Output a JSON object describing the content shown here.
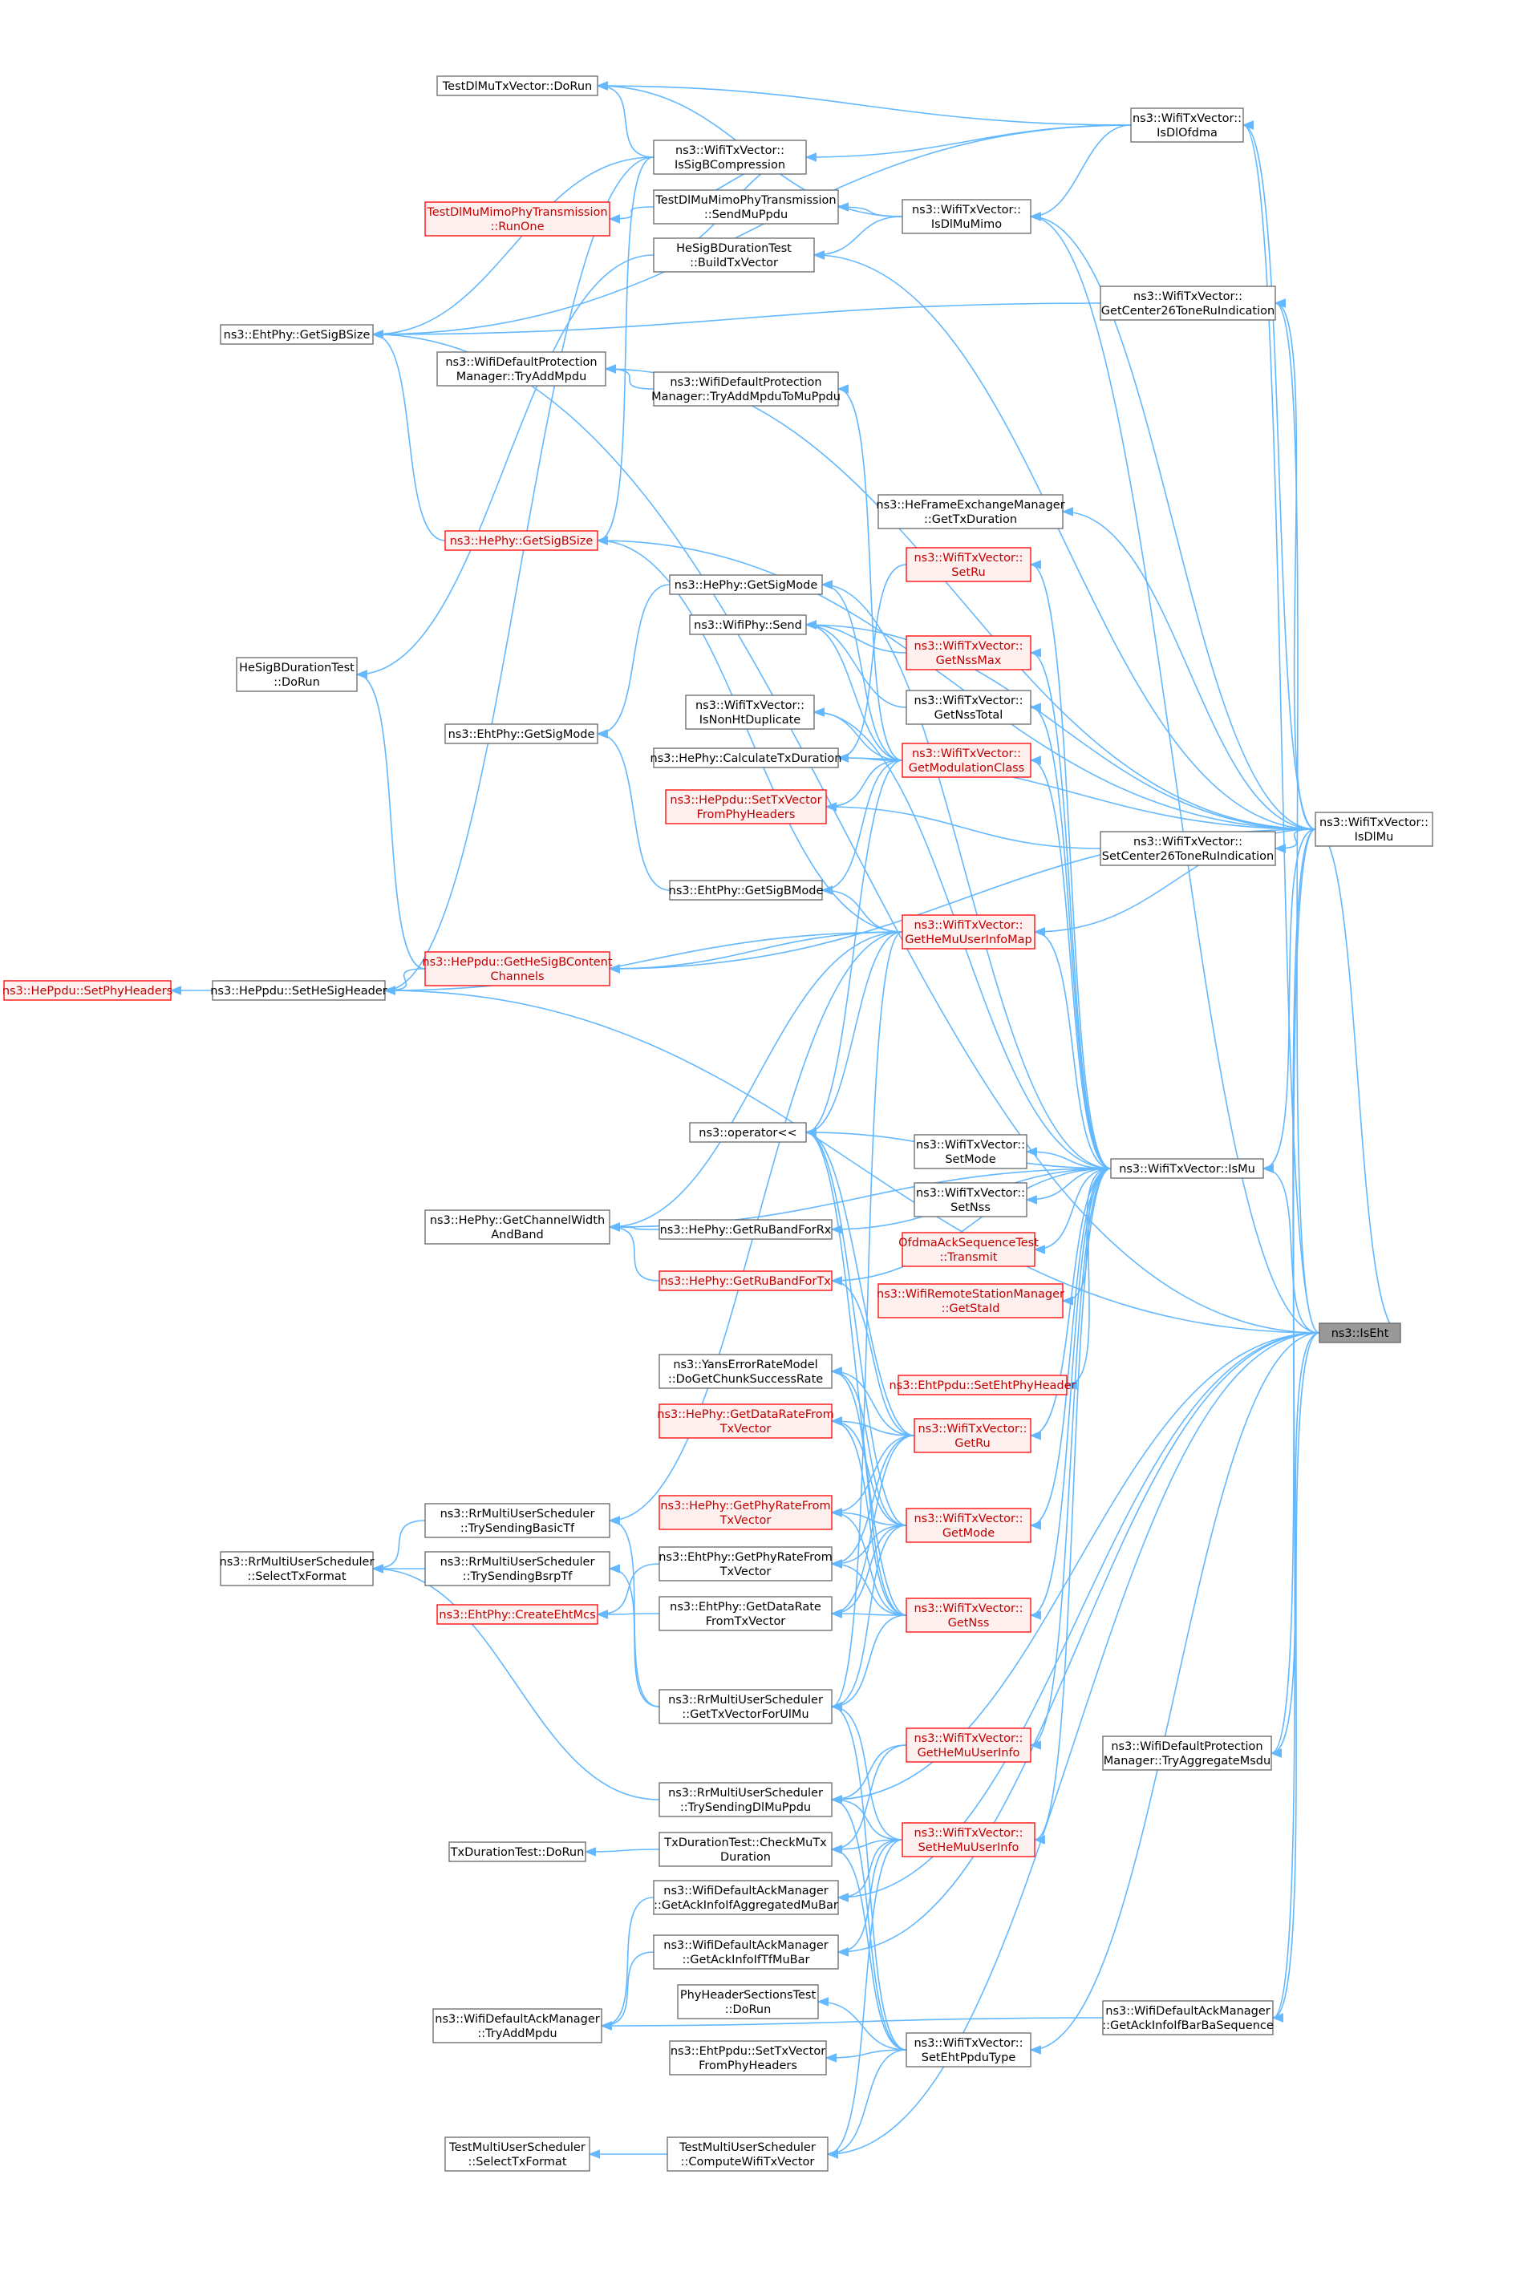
{
  "graph": {
    "direction": "callers-of",
    "root": "ns3::IsEht",
    "colors": {
      "edge": "#63b8ff",
      "node_border": "#666666",
      "incomplete_border": "#ff0000",
      "incomplete_fill": "#fff0f0",
      "root_fill": "#999999"
    },
    "nodes": [
      {
        "id": "iseht",
        "lines": [
          "ns3::IsEht"
        ],
        "style": "root"
      },
      {
        "id": "isdlofdma",
        "lines": [
          "ns3::WifiTxVector::",
          "IsDlOfdma"
        ],
        "style": "gray"
      },
      {
        "id": "isdlmu",
        "lines": [
          "ns3::WifiTxVector::",
          "IsDlMu"
        ],
        "style": "gray"
      },
      {
        "id": "ismu",
        "lines": [
          "ns3::WifiTxVector::IsMu"
        ],
        "style": "gray"
      },
      {
        "id": "getcenter26",
        "lines": [
          "ns3::WifiTxVector::",
          "GetCenter26ToneRuIndication"
        ],
        "style": "gray"
      },
      {
        "id": "setcenter26",
        "lines": [
          "ns3::WifiTxVector::",
          "SetCenter26ToneRuIndication"
        ],
        "style": "gray"
      },
      {
        "id": "tryaggmsdu",
        "lines": [
          "ns3::WifiDefaultProtection",
          "Manager::TryAggregateMsdu"
        ],
        "style": "gray"
      },
      {
        "id": "ackbarba",
        "lines": [
          "ns3::WifiDefaultAckManager",
          "::GetAckInfoIfBarBaSequence"
        ],
        "style": "gray"
      },
      {
        "id": "testdlmudorun",
        "lines": [
          "TestDlMuTxVector::DoRun"
        ],
        "style": "gray"
      },
      {
        "id": "issigbcomp",
        "lines": [
          "ns3::WifiTxVector::",
          "IsSigBCompression"
        ],
        "style": "gray"
      },
      {
        "id": "sendmuppdu",
        "lines": [
          "TestDlMuMimoPhyTransmission",
          "::SendMuPpdu"
        ],
        "style": "gray"
      },
      {
        "id": "isdlmumimo",
        "lines": [
          "ns3::WifiTxVector::",
          "IsDlMuMimo"
        ],
        "style": "gray"
      },
      {
        "id": "dlmumimorunone",
        "lines": [
          "TestDlMuMimoPhyTransmission",
          "::RunOne"
        ],
        "style": "red"
      },
      {
        "id": "buildtxvector",
        "lines": [
          "HeSigBDurationTest",
          "::BuildTxVector"
        ],
        "style": "gray"
      },
      {
        "id": "ehtgetsigbsize",
        "lines": [
          "ns3::EhtPhy::GetSigBSize"
        ],
        "style": "gray"
      },
      {
        "id": "protmgrtryadd",
        "lines": [
          "ns3::WifiDefaultProtection",
          "Manager::TryAddMpdu"
        ],
        "style": "gray"
      },
      {
        "id": "protmgrtrymu",
        "lines": [
          "ns3::WifiDefaultProtection",
          "Manager::TryAddMpduToMuPpdu"
        ],
        "style": "gray"
      },
      {
        "id": "hefemgettxdur",
        "lines": [
          "ns3::HeFrameExchangeManager",
          "::GetTxDuration"
        ],
        "style": "gray"
      },
      {
        "id": "hegetsigbsize",
        "lines": [
          "ns3::HePhy::GetSigBSize"
        ],
        "style": "red"
      },
      {
        "id": "setru",
        "lines": [
          "ns3::WifiTxVector::",
          "SetRu"
        ],
        "style": "red"
      },
      {
        "id": "hegetsigmode",
        "lines": [
          "ns3::HePhy::GetSigMode"
        ],
        "style": "gray"
      },
      {
        "id": "wifiphysend",
        "lines": [
          "ns3::WifiPhy::Send"
        ],
        "style": "gray"
      },
      {
        "id": "getnssmax",
        "lines": [
          "ns3::WifiTxVector::",
          "GetNssMax"
        ],
        "style": "red"
      },
      {
        "id": "sigbdurdorun",
        "lines": [
          "HeSigBDurationTest",
          "::DoRun"
        ],
        "style": "gray"
      },
      {
        "id": "isnonhtdup",
        "lines": [
          "ns3::WifiTxVector::",
          "IsNonHtDuplicate"
        ],
        "style": "gray"
      },
      {
        "id": "getnsstotal",
        "lines": [
          "ns3::WifiTxVector::",
          "GetNssTotal"
        ],
        "style": "gray"
      },
      {
        "id": "ehtgetsigmode",
        "lines": [
          "ns3::EhtPhy::GetSigMode"
        ],
        "style": "gray"
      },
      {
        "id": "getmodclass",
        "lines": [
          "ns3::WifiTxVector::",
          "GetModulationClass"
        ],
        "style": "red"
      },
      {
        "id": "hecalctxdur",
        "lines": [
          "ns3::HePhy::CalculateTxDuration"
        ],
        "style": "gray"
      },
      {
        "id": "heppdusettx",
        "lines": [
          "ns3::HePpdu::SetTxVector",
          "FromPhyHeaders"
        ],
        "style": "red"
      },
      {
        "id": "ehtgetsigbmode",
        "lines": [
          "ns3::EhtPhy::GetSigBMode"
        ],
        "style": "gray"
      },
      {
        "id": "gethemuinfomap",
        "lines": [
          "ns3::WifiTxVector::",
          "GetHeMuUserInfoMap"
        ],
        "style": "red"
      },
      {
        "id": "heppdusetphyhdr",
        "lines": [
          "ns3::HePpdu::SetPhyHeaders"
        ],
        "style": "red"
      },
      {
        "id": "heppdusethesig",
        "lines": [
          "ns3::HePpdu::SetHeSigHeader"
        ],
        "style": "gray"
      },
      {
        "id": "heppdugetsigbcc",
        "lines": [
          "ns3::HePpdu::GetHeSigBContent",
          "Channels"
        ],
        "style": "red"
      },
      {
        "id": "opout",
        "lines": [
          "ns3::operator<<"
        ],
        "style": "gray"
      },
      {
        "id": "setmode",
        "lines": [
          "ns3::WifiTxVector::",
          "SetMode"
        ],
        "style": "gray"
      },
      {
        "id": "setnss",
        "lines": [
          "ns3::WifiTxVector::",
          "SetNss"
        ],
        "style": "gray"
      },
      {
        "id": "hegetchwidth",
        "lines": [
          "ns3::HePhy::GetChannelWidth",
          "AndBand"
        ],
        "style": "gray"
      },
      {
        "id": "hegetrubandrx",
        "lines": [
          "ns3::HePhy::GetRuBandForRx"
        ],
        "style": "gray"
      },
      {
        "id": "ofdmaacktransmit",
        "lines": [
          "OfdmaAckSequenceTest",
          "::Transmit"
        ],
        "style": "red"
      },
      {
        "id": "hegetrubandtx",
        "lines": [
          "ns3::HePhy::GetRuBandForTx"
        ],
        "style": "red"
      },
      {
        "id": "remotegetstaid",
        "lines": [
          "ns3::WifiRemoteStationManager",
          "::GetStaId"
        ],
        "style": "red"
      },
      {
        "id": "yansdoget",
        "lines": [
          "ns3::YansErrorRateModel",
          "::DoGetChunkSuccessRate"
        ],
        "style": "gray"
      },
      {
        "id": "ehtppdusethdr",
        "lines": [
          "ns3::EhtPpdu::SetEhtPhyHeader"
        ],
        "style": "red"
      },
      {
        "id": "hegetdatarate",
        "lines": [
          "ns3::HePhy::GetDataRateFrom",
          "TxVector"
        ],
        "style": "red"
      },
      {
        "id": "getru",
        "lines": [
          "ns3::WifiTxVector::",
          "GetRu"
        ],
        "style": "red"
      },
      {
        "id": "hegetphyrate",
        "lines": [
          "ns3::HePhy::GetPhyRateFrom",
          "TxVector"
        ],
        "style": "red"
      },
      {
        "id": "rrtrybasictf",
        "lines": [
          "ns3::RrMultiUserScheduler",
          "::TrySendingBasicTf"
        ],
        "style": "gray"
      },
      {
        "id": "getmode",
        "lines": [
          "ns3::WifiTxVector::",
          "GetMode"
        ],
        "style": "red"
      },
      {
        "id": "rrselecttx",
        "lines": [
          "ns3::RrMultiUserScheduler",
          "::SelectTxFormat"
        ],
        "style": "gray"
      },
      {
        "id": "rrtrybsrptf",
        "lines": [
          "ns3::RrMultiUserScheduler",
          "::TrySendingBsrpTf"
        ],
        "style": "gray"
      },
      {
        "id": "ehtgetphyrate",
        "lines": [
          "ns3::EhtPhy::GetPhyRateFrom",
          "TxVector"
        ],
        "style": "gray"
      },
      {
        "id": "ehtcreatemcs",
        "lines": [
          "ns3::EhtPhy::CreateEhtMcs"
        ],
        "style": "red"
      },
      {
        "id": "ehtgetdatarate",
        "lines": [
          "ns3::EhtPhy::GetDataRate",
          "FromTxVector"
        ],
        "style": "gray"
      },
      {
        "id": "getnss",
        "lines": [
          "ns3::WifiTxVector::",
          "GetNss"
        ],
        "style": "red"
      },
      {
        "id": "rrgettxul",
        "lines": [
          "ns3::RrMultiUserScheduler",
          "::GetTxVectorForUlMu"
        ],
        "style": "gray"
      },
      {
        "id": "gethemuinfo",
        "lines": [
          "ns3::WifiTxVector::",
          "GetHeMuUserInfo"
        ],
        "style": "red"
      },
      {
        "id": "rrtrydlmu",
        "lines": [
          "ns3::RrMultiUserScheduler",
          "::TrySendingDlMuPpdu"
        ],
        "style": "gray"
      },
      {
        "id": "txdurdorun",
        "lines": [
          "TxDurationTest::DoRun"
        ],
        "style": "gray"
      },
      {
        "id": "txdurcheckmu",
        "lines": [
          "TxDurationTest::CheckMuTx",
          "Duration"
        ],
        "style": "gray"
      },
      {
        "id": "sethemuinfo",
        "lines": [
          "ns3::WifiTxVector::",
          "SetHeMuUserInfo"
        ],
        "style": "red"
      },
      {
        "id": "ackaggmubar",
        "lines": [
          "ns3::WifiDefaultAckManager",
          "::GetAckInfoIfAggregatedMuBar"
        ],
        "style": "gray"
      },
      {
        "id": "acktfmubar",
        "lines": [
          "ns3::WifiDefaultAckManager",
          "::GetAckInfoIfTfMuBar"
        ],
        "style": "gray"
      },
      {
        "id": "acktryadd",
        "lines": [
          "ns3::WifiDefaultAckManager",
          "::TryAddMpdu"
        ],
        "style": "gray"
      },
      {
        "id": "phyhdrdorun",
        "lines": [
          "PhyHeaderSectionsTest",
          "::DoRun"
        ],
        "style": "gray"
      },
      {
        "id": "ehtppdusettx",
        "lines": [
          "ns3::EhtPpdu::SetTxVector",
          "FromPhyHeaders"
        ],
        "style": "gray"
      },
      {
        "id": "setehtppdu",
        "lines": [
          "ns3::WifiTxVector::",
          "SetEhtPpduType"
        ],
        "style": "gray"
      },
      {
        "id": "testmuselect",
        "lines": [
          "TestMultiUserScheduler",
          "::SelectTxFormat"
        ],
        "style": "gray"
      },
      {
        "id": "testmucompute",
        "lines": [
          "TestMultiUserScheduler",
          "::ComputeWifiTxVector"
        ],
        "style": "gray"
      }
    ],
    "edges": [
      [
        "iseht",
        "isdlofdma"
      ],
      [
        "iseht",
        "isdlmu"
      ],
      [
        "iseht",
        "ismu"
      ],
      [
        "iseht",
        "getcenter26"
      ],
      [
        "iseht",
        "tryaggmsdu"
      ],
      [
        "iseht",
        "ackbarba"
      ],
      [
        "iseht",
        "ehtgetsigbsize"
      ],
      [
        "iseht",
        "isdlmumimo"
      ],
      [
        "iseht",
        "rrtrydlmu"
      ],
      [
        "iseht",
        "ackaggmubar"
      ],
      [
        "iseht",
        "acktfmubar"
      ],
      [
        "iseht",
        "setehtppdu"
      ],
      [
        "iseht",
        "testmucompute"
      ],
      [
        "iseht",
        "heppdusethesig"
      ],
      [
        "isdlofdma",
        "issigbcomp"
      ],
      [
        "isdlofdma",
        "testdlmudorun"
      ],
      [
        "isdlofdma",
        "isdlmumimo"
      ],
      [
        "isdlofdma",
        "ehtgetsigbsize"
      ],
      [
        "isdlmu",
        "isdlofdma"
      ],
      [
        "isdlmu",
        "isdlmumimo"
      ],
      [
        "isdlmu",
        "ismu"
      ],
      [
        "isdlmu",
        "getcenter26"
      ],
      [
        "isdlmu",
        "setcenter26"
      ],
      [
        "isdlmu",
        "hefemgettxdur"
      ],
      [
        "isdlmu",
        "protmgrtryadd"
      ],
      [
        "isdlmu",
        "wifiphysend"
      ],
      [
        "isdlmu",
        "hecalctxdur"
      ],
      [
        "isdlmu",
        "buildtxvector"
      ],
      [
        "isdlmu",
        "hegetsigbsize"
      ],
      [
        "isdlmu",
        "gethemuinfomap"
      ],
      [
        "isdlmu",
        "tryaggmsdu"
      ],
      [
        "isdlmu",
        "ackbarba"
      ],
      [
        "isdlmu",
        "heppdugetsigbcc"
      ],
      [
        "ismu",
        "setru"
      ],
      [
        "ismu",
        "getnssmax"
      ],
      [
        "ismu",
        "getnsstotal"
      ],
      [
        "ismu",
        "getmodclass"
      ],
      [
        "ismu",
        "gethemuinfomap"
      ],
      [
        "ismu",
        "setmode"
      ],
      [
        "ismu",
        "setnss"
      ],
      [
        "ismu",
        "ofdmaacktransmit"
      ],
      [
        "ismu",
        "remotegetstaid"
      ],
      [
        "ismu",
        "ehtppdusethdr"
      ],
      [
        "ismu",
        "getru"
      ],
      [
        "ismu",
        "getmode"
      ],
      [
        "ismu",
        "getnss"
      ],
      [
        "ismu",
        "gethemuinfo"
      ],
      [
        "ismu",
        "sethemuinfo"
      ],
      [
        "ismu",
        "hegetrubandtx"
      ],
      [
        "ismu",
        "hegetrubandrx"
      ],
      [
        "ismu",
        "opout"
      ],
      [
        "ismu",
        "hegetsigmode"
      ],
      [
        "ismu",
        "isnonhtdup"
      ],
      [
        "ismu",
        "hegetchwidth"
      ],
      [
        "getcenter26",
        "ehtgetsigbsize"
      ],
      [
        "setcenter26",
        "heppdusettx"
      ],
      [
        "issigbcomp",
        "testdlmudorun"
      ],
      [
        "issigbcomp",
        "sendmuppdu"
      ],
      [
        "issigbcomp",
        "buildtxvector"
      ],
      [
        "issigbcomp",
        "ehtgetsigbsize"
      ],
      [
        "issigbcomp",
        "hegetsigbsize"
      ],
      [
        "issigbcomp",
        "heppdusethesig"
      ],
      [
        "isdlmumimo",
        "testdlmudorun"
      ],
      [
        "isdlmumimo",
        "sendmuppdu"
      ],
      [
        "isdlmumimo",
        "buildtxvector"
      ],
      [
        "sendmuppdu",
        "dlmumimorunone"
      ],
      [
        "buildtxvector",
        "sigbdurdorun"
      ],
      [
        "protmgrtrymu",
        "protmgrtryadd"
      ],
      [
        "hegetsigbsize",
        "ehtgetsigbsize"
      ],
      [
        "hegetsigmode",
        "ehtgetsigmode"
      ],
      [
        "ehtgetsigbmode",
        "ehtgetsigmode"
      ],
      [
        "heppdugetsigbcc",
        "heppdusethesig"
      ],
      [
        "heppdugetsigbcc",
        "sigbdurdorun"
      ],
      [
        "heppdusethesig",
        "heppdusetphyhdr"
      ],
      [
        "gethemuinfomap",
        "heppdugetsigbcc"
      ],
      [
        "gethemuinfomap",
        "heppdusethesig"
      ],
      [
        "gethemuinfomap",
        "opout"
      ],
      [
        "gethemuinfomap",
        "hegetchwidth"
      ],
      [
        "gethemuinfomap",
        "ehtgetsigbmode"
      ],
      [
        "gethemuinfomap",
        "hegetsigbsize"
      ],
      [
        "gethemuinfomap",
        "rrtrybasictf"
      ],
      [
        "gethemuinfomap",
        "rrgettxul"
      ],
      [
        "getmodclass",
        "wifiphysend"
      ],
      [
        "getmodclass",
        "hecalctxdur"
      ],
      [
        "getmodclass",
        "isnonhtdup"
      ],
      [
        "getmodclass",
        "hegetsigmode"
      ],
      [
        "getmodclass",
        "ehtgetsigbmode"
      ],
      [
        "getmodclass",
        "opout"
      ],
      [
        "getmodclass",
        "protmgrtrymu"
      ],
      [
        "getmodclass",
        "heppdusettx"
      ],
      [
        "setru",
        "hecalctxdur"
      ],
      [
        "getnssmax",
        "wifiphysend"
      ],
      [
        "getnsstotal",
        "wifiphysend"
      ],
      [
        "hegetrubandrx",
        "hegetchwidth"
      ],
      [
        "hegetrubandtx",
        "hegetchwidth"
      ],
      [
        "getru",
        "hegetdatarate"
      ],
      [
        "getru",
        "hegetphyrate"
      ],
      [
        "getru",
        "ehtgetphyrate"
      ],
      [
        "getru",
        "ehtgetdatarate"
      ],
      [
        "getru",
        "opout"
      ],
      [
        "getru",
        "yansdoget"
      ],
      [
        "getru",
        "hegetrubandtx"
      ],
      [
        "getmode",
        "hegetdatarate"
      ],
      [
        "getmode",
        "hegetphyrate"
      ],
      [
        "getmode",
        "ehtgetphyrate"
      ],
      [
        "getmode",
        "ehtgetdatarate"
      ],
      [
        "getmode",
        "yansdoget"
      ],
      [
        "getmode",
        "rrgettxul"
      ],
      [
        "getmode",
        "opout"
      ],
      [
        "getnss",
        "hegetdatarate"
      ],
      [
        "getnss",
        "hegetphyrate"
      ],
      [
        "getnss",
        "ehtgetphyrate"
      ],
      [
        "getnss",
        "ehtgetdatarate"
      ],
      [
        "getnss",
        "yansdoget"
      ],
      [
        "getnss",
        "opout"
      ],
      [
        "getnss",
        "rrgettxul"
      ],
      [
        "ehtgetphyrate",
        "ehtcreatemcs"
      ],
      [
        "ehtgetdatarate",
        "ehtcreatemcs"
      ],
      [
        "rrtrybasictf",
        "rrselecttx"
      ],
      [
        "rrtrybsrptf",
        "rrselecttx"
      ],
      [
        "rrgettxul",
        "rrtrybasictf"
      ],
      [
        "rrgettxul",
        "rrtrybsrptf"
      ],
      [
        "rrtrydlmu",
        "rrselecttx"
      ],
      [
        "gethemuinfo",
        "rrtrydlmu"
      ],
      [
        "gethemuinfo",
        "txdurcheckmu"
      ],
      [
        "sethemuinfo",
        "rrtrydlmu"
      ],
      [
        "sethemuinfo",
        "txdurcheckmu"
      ],
      [
        "sethemuinfo",
        "ackaggmubar"
      ],
      [
        "sethemuinfo",
        "acktfmubar"
      ],
      [
        "sethemuinfo",
        "rrgettxul"
      ],
      [
        "sethemuinfo",
        "testmucompute"
      ],
      [
        "txdurcheckmu",
        "txdurdorun"
      ],
      [
        "ackaggmubar",
        "acktryadd"
      ],
      [
        "acktfmubar",
        "acktryadd"
      ],
      [
        "ackbarba",
        "acktryadd"
      ],
      [
        "setehtppdu",
        "phyhdrdorun"
      ],
      [
        "setehtppdu",
        "ehtppdusettx"
      ],
      [
        "setehtppdu",
        "txdurcheckmu"
      ],
      [
        "setehtppdu",
        "rrtrydlmu"
      ],
      [
        "setehtppdu",
        "rrgettxul"
      ],
      [
        "setehtppdu",
        "testmucompute"
      ],
      [
        "testmucompute",
        "testmuselect"
      ]
    ]
  }
}
